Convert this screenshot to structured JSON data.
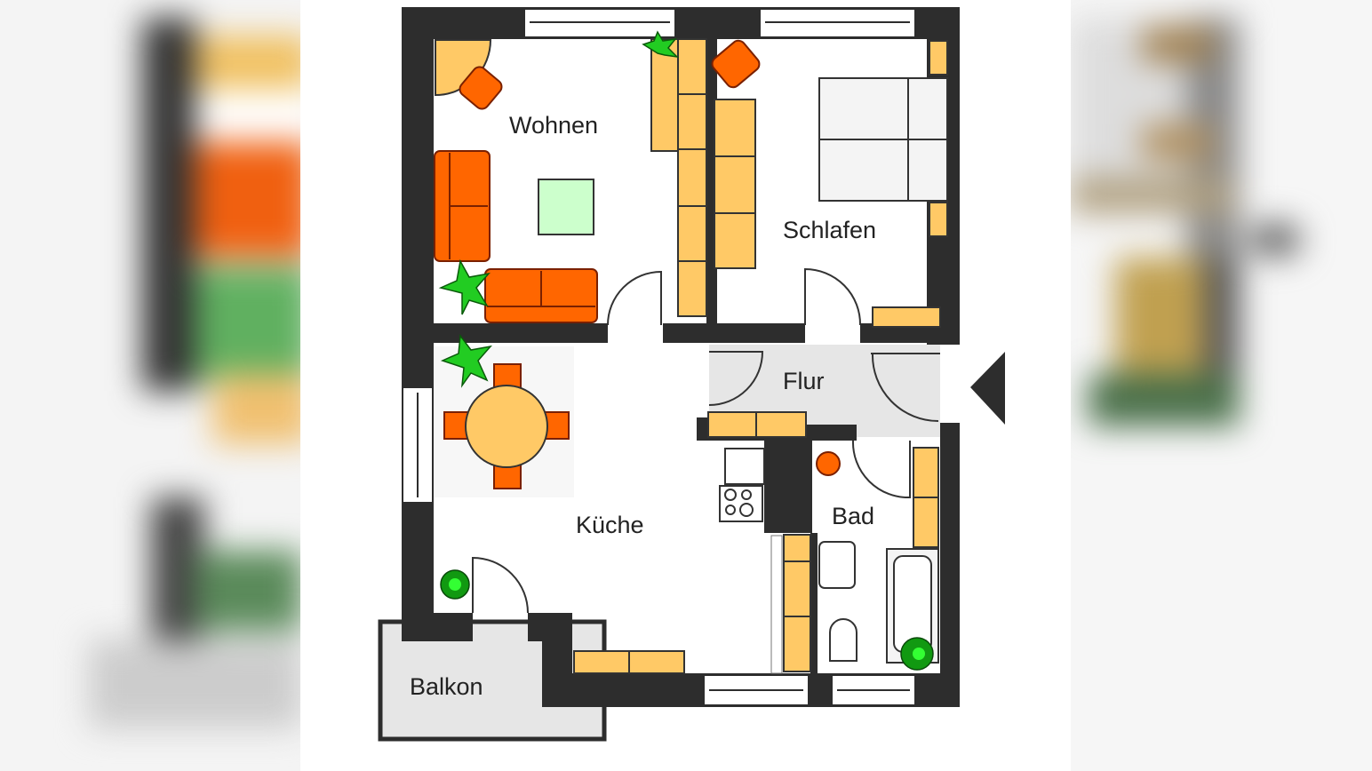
{
  "image": {
    "type": "floor plan",
    "layout": "center plan with blurred duplicates on left and right edges"
  },
  "rooms": [
    {
      "id": "wohnen",
      "label": "Wohnen"
    },
    {
      "id": "schlafen",
      "label": "Schlafen"
    },
    {
      "id": "flur",
      "label": "Flur"
    },
    {
      "id": "kueche",
      "label": "Küche"
    },
    {
      "id": "bad",
      "label": "Bad"
    },
    {
      "id": "balkon",
      "label": "Balkon"
    }
  ],
  "icons": {
    "entrance": "entrance-arrow-icon",
    "plant": "plant-icon",
    "chair": "chair-icon",
    "sofa": "sofa-icon",
    "table": "table-icon",
    "bed": "bed-icon",
    "stove": "stove-icon",
    "sink": "sink-icon",
    "toilet": "toilet-icon",
    "bathtub": "bathtub-icon",
    "cabinet": "cabinet-icon",
    "window": "window-icon",
    "door": "door-icon"
  },
  "colors": {
    "wall": "#2d2d2d",
    "cabinet": "#ffc966",
    "sofa": "#ff6600",
    "plant": "#22cc22",
    "rug": "#ccffcc",
    "hall_floor": "#e6e6e6",
    "balcony_floor": "#e6e6e6",
    "bed": "#f4f4f4"
  }
}
